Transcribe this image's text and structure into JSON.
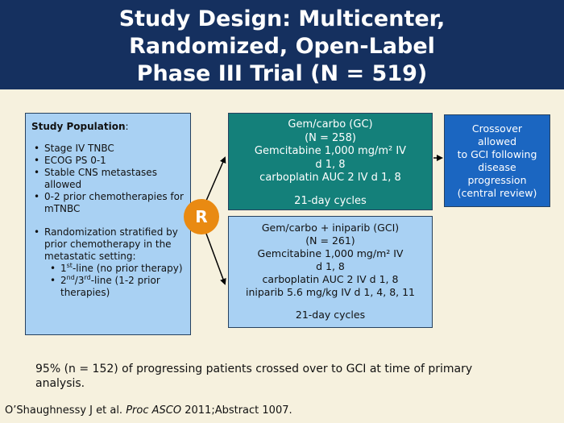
{
  "title": {
    "lines": [
      "Study Design: Multicenter,",
      "Randomized, Open-Label",
      "Phase III Trial (N = 519)"
    ]
  },
  "population": {
    "heading": "Study Population",
    "heading_suffix": ":",
    "items": [
      "Stage IV TNBC",
      "ECOG PS 0-1",
      "Stable CNS metastases allowed",
      "0-2 prior chemotherapies for mTNBC"
    ],
    "stratified": "Randomization stratified by prior chemotherapy in the metastatic setting:",
    "sub1_sup": "st",
    "sub1_pre": "1",
    "sub1_rest": "-line (no prior therapy)",
    "sub2_pre": "2",
    "sub2_sup": "nd",
    "sub2_mid": "/3",
    "sub2_sup2": "rd",
    "sub2_rest": "-line (1-2 prior therapies)"
  },
  "randomization": {
    "label": "R"
  },
  "gc_arm": {
    "lines": [
      "Gem/carbo (GC)",
      "(N = 258)",
      "Gemcitabine 1,000 mg/m² IV",
      "d 1, 8",
      "carboplatin AUC 2 IV d 1, 8"
    ],
    "cycles": "21-day cycles"
  },
  "gci_arm": {
    "lines": [
      "Gem/carbo + iniparib (GCI)",
      "(N = 261)",
      "Gemcitabine 1,000 mg/m² IV",
      "d 1, 8",
      "carboplatin AUC 2 IV d 1, 8",
      "iniparib 5.6 mg/kg IV d 1, 4, 8, 11"
    ],
    "cycles": "21-day cycles"
  },
  "crossover": {
    "lines": [
      "Crossover",
      "allowed",
      "to GCI following",
      "disease",
      "progression",
      "(central review)"
    ]
  },
  "note": "95% (n = 152) of progressing patients crossed over to GCI at time of primary analysis.",
  "citation": {
    "authors": "O’Shaughnessy J et al.",
    "journal": "Proc ASCO",
    "rest": "2011;Abstract 1007."
  },
  "colors": {
    "header_bg": "#15305f",
    "slide_bg": "#f6f1de",
    "light_blue": "#a9d1f3",
    "teal": "#14807a",
    "blue": "#1b66c1",
    "orange": "#e98a12"
  }
}
